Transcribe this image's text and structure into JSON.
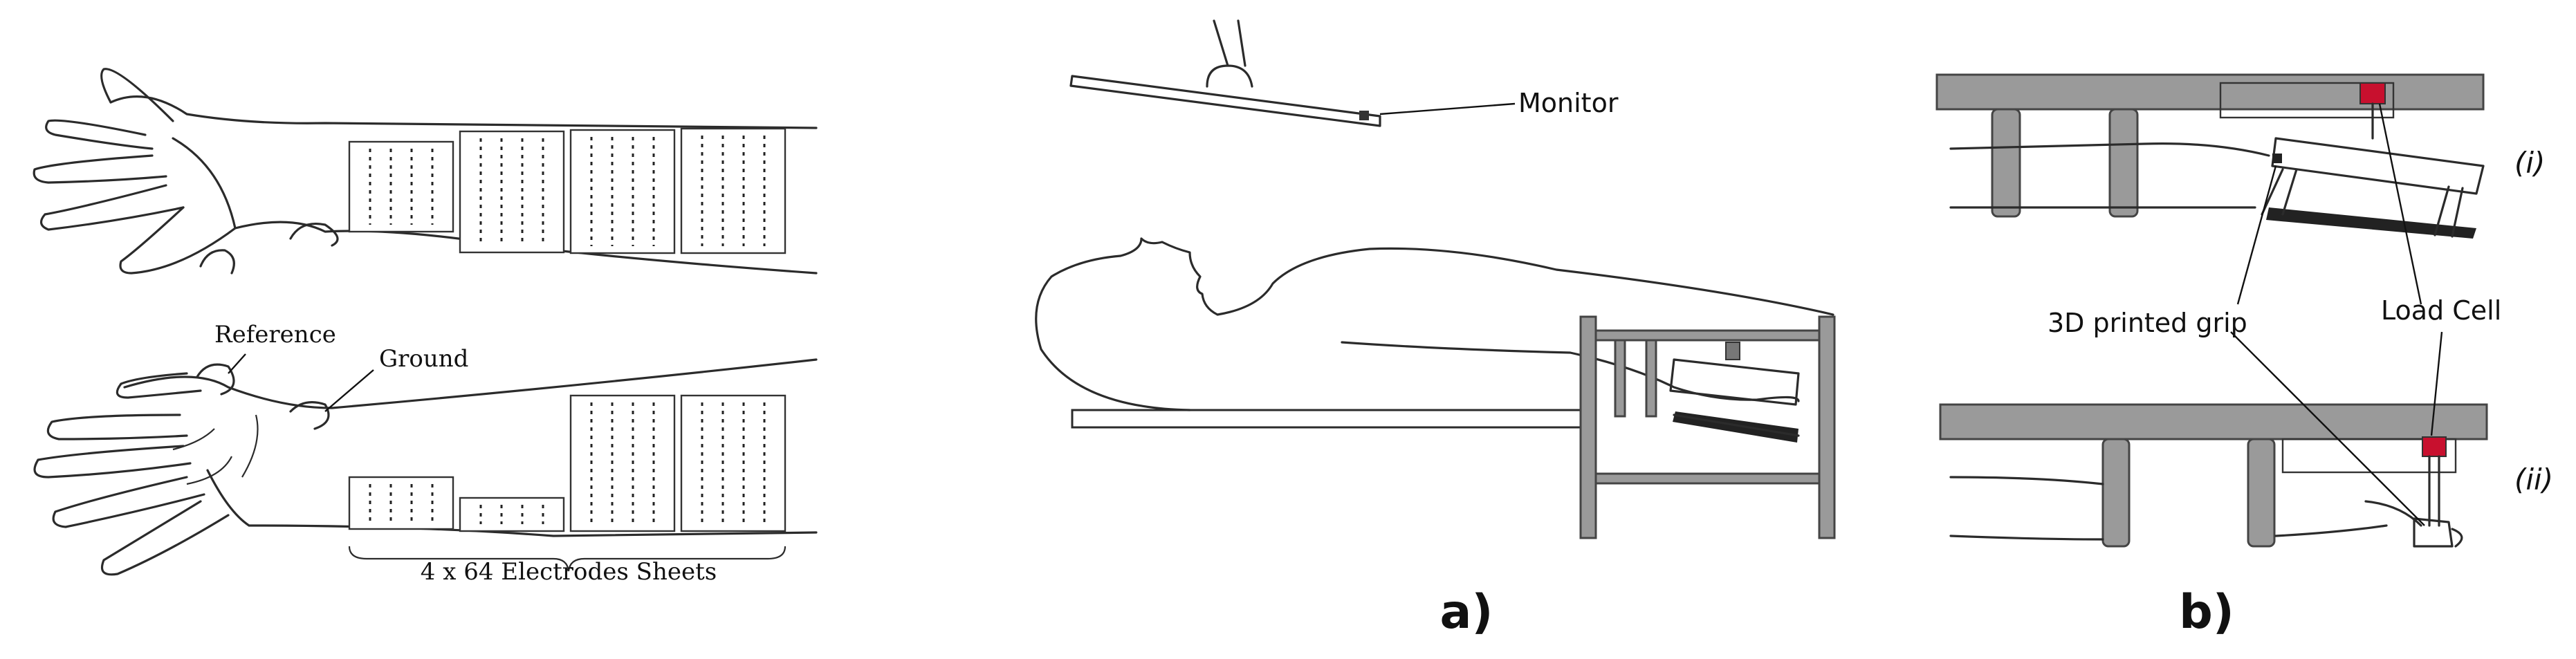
{
  "labels": {
    "reference": "Reference",
    "ground": "Ground",
    "electrodes": "4 x 64 Electrodes Sheets",
    "monitor": "Monitor",
    "grip": "3D printed grip",
    "load_cell": "Load Cell",
    "view_i": "(i)",
    "view_ii": "(ii)",
    "panel_a": "a)",
    "panel_b": "b)"
  },
  "electrode_grid": {
    "columns_per_sheet": 4,
    "sheets": 4
  },
  "colors": {
    "load_cell": "#c8102e",
    "frame": "#9a9a9a",
    "line": "#2b2b2b"
  }
}
